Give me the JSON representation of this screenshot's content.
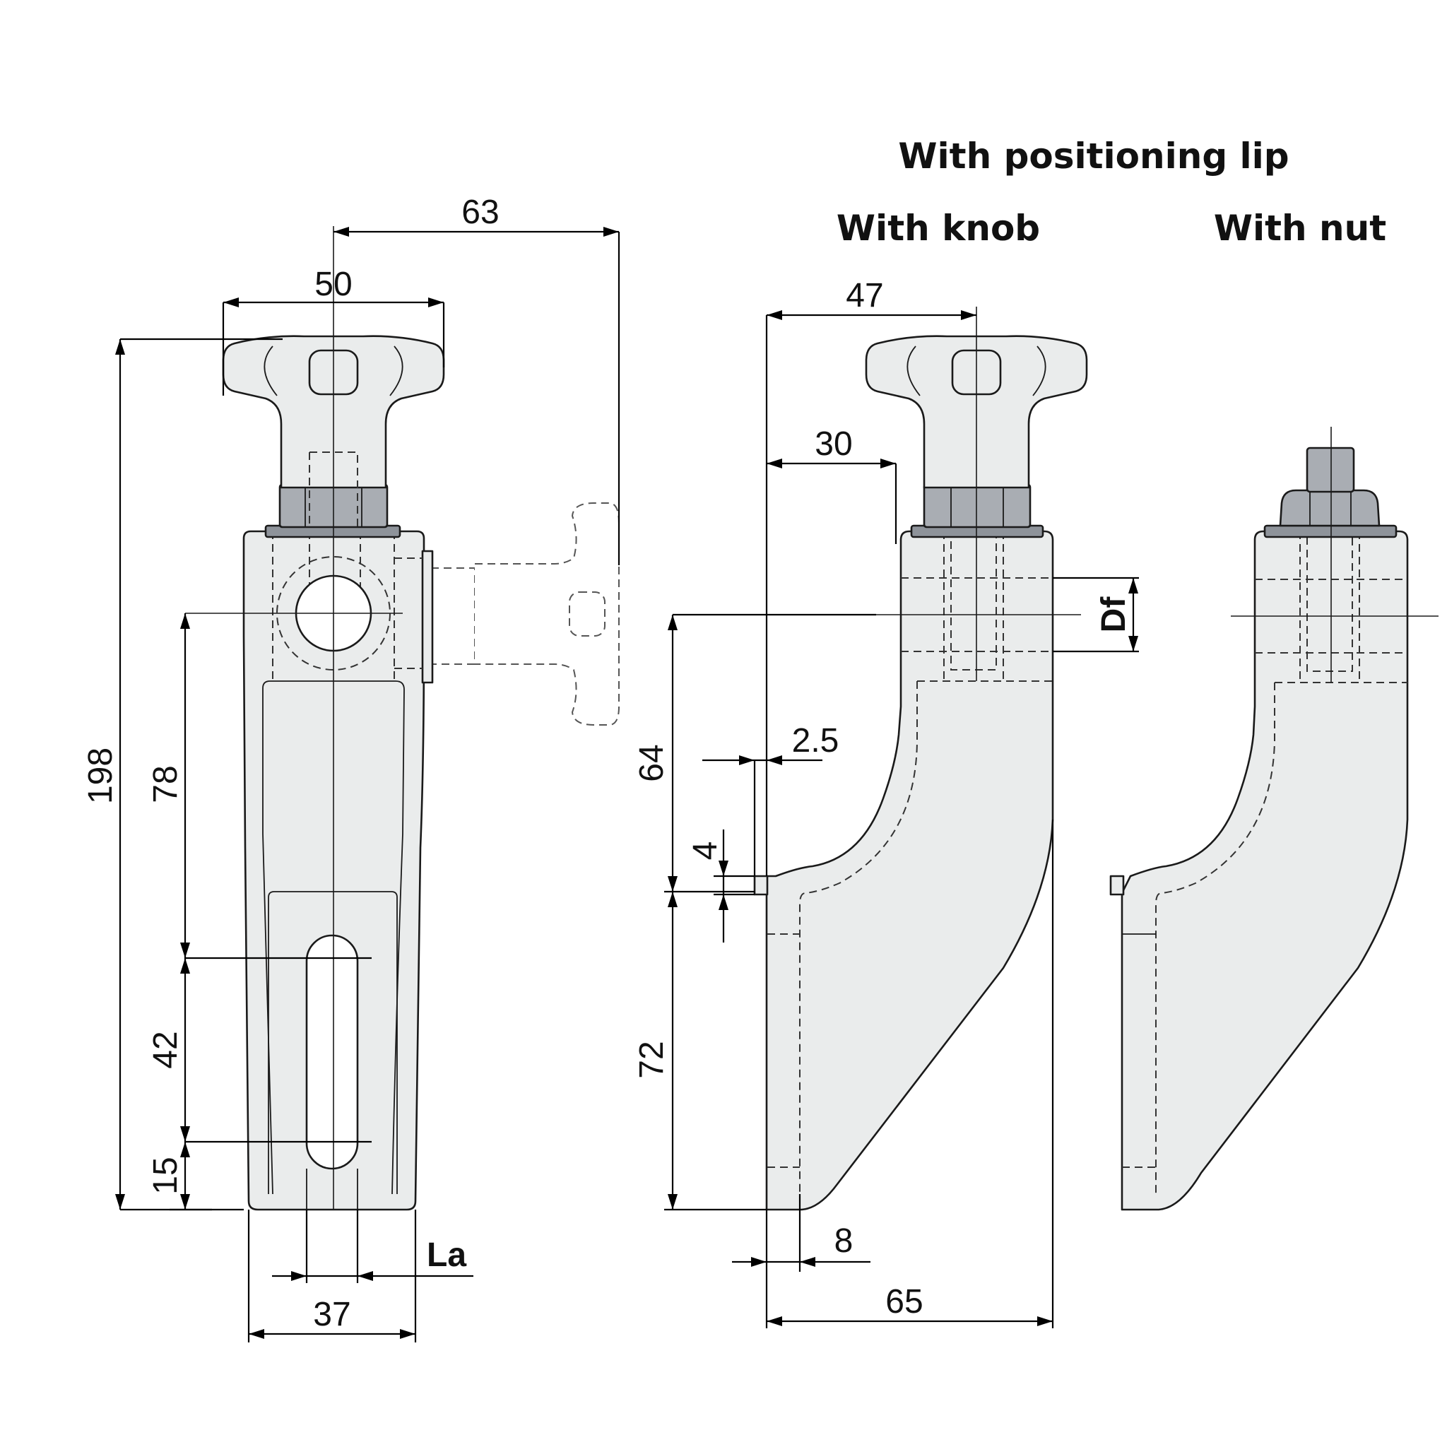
{
  "labels": {
    "title": "With positioning lip",
    "knob": "With knob",
    "nut": "With nut"
  },
  "dimensions": {
    "d63": "63",
    "d50": "50",
    "d198": "198",
    "d78": "78",
    "d42": "42",
    "d15": "15",
    "d37": "37",
    "la": "La",
    "d47": "47",
    "d30": "30",
    "df": "Df",
    "d64": "64",
    "d2_5": "2.5",
    "d4": "4",
    "d72": "72",
    "d8": "8",
    "d65": "65"
  },
  "colors": {
    "part_fill": "#eaecec",
    "nut_fill": "#a9adb3",
    "washer_fill": "#8e939a",
    "line": "#1a1a1a"
  }
}
